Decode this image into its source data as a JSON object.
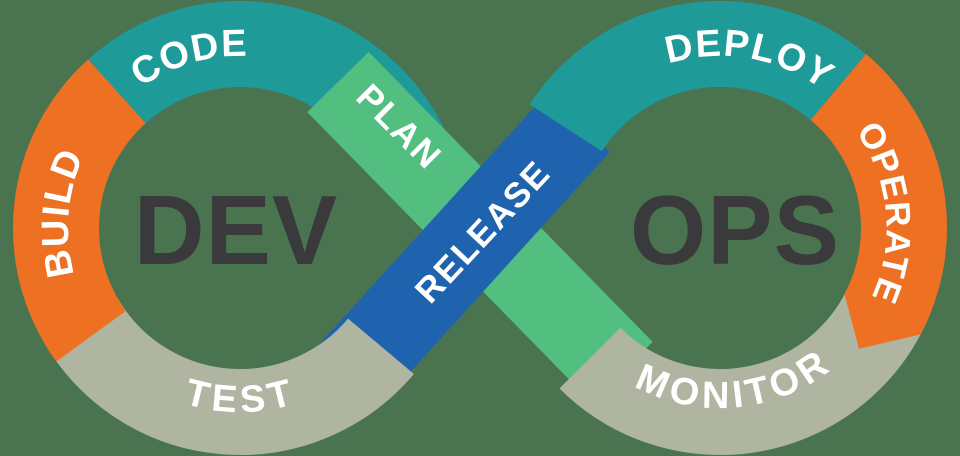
{
  "title": "DevOps infinity loop diagram",
  "colors": {
    "teal": "#1E9A99",
    "orange": "#EE7123",
    "green": "#52BE80",
    "blue": "#1F63AE",
    "sage": "#AFB5A0",
    "dark": "#3A3A3C",
    "white": "#FFFFFF",
    "background": "#4A7350"
  },
  "loops": {
    "dev_label": "DEV",
    "ops_label": "OPS"
  },
  "segments": {
    "plan": "PLAN",
    "code": "CODE",
    "build": "BUILD",
    "test": "TEST",
    "release": "RELEASE",
    "deploy": "DEPLOY",
    "operate": "OPERATE",
    "monitor": "MONITOR"
  }
}
